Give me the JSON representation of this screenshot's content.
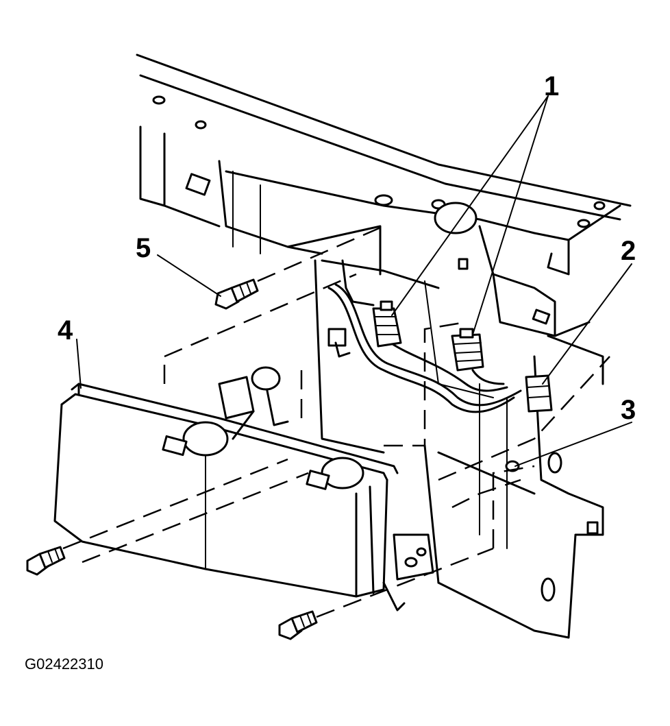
{
  "figure": {
    "code": "G02422310",
    "callouts": {
      "c1": "1",
      "c2": "2",
      "c3": "3",
      "c4": "4",
      "c5": "5"
    }
  }
}
